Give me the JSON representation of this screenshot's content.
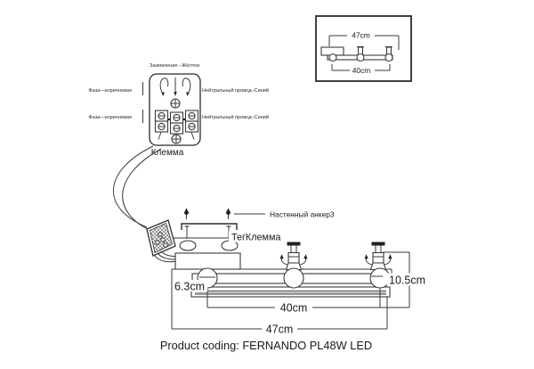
{
  "colors": {
    "line": "#3a3a3a",
    "text": "#1a1a1a",
    "dark_fill": "#222222",
    "tube_stripe": "#9a9a9a",
    "background": "#ffffff"
  },
  "inset": {
    "dim_top": "47cm",
    "dim_bottom": "40cm"
  },
  "terminal_block": {
    "title": "Клемма",
    "ground_label": "Заземление –Жёлтое",
    "phase_label_top": "Фаза—коричневая",
    "phase_label_bottom": "Фаза—коричневая",
    "neutral_label_top": "Нейтральный провод–Синий",
    "neutral_label_bottom": "Нейтральный провод–Синий"
  },
  "mounting": {
    "anchor_label": "Настенный анкер3",
    "terminal_label": "ТегКлемма"
  },
  "fixture": {
    "dim_body_height": "6.3cm",
    "dim_total_height": "10.5cm",
    "dim_inner_width": "40cm",
    "dim_outer_width": "47cm"
  },
  "footer": {
    "product_coding": "Product coding: FERNANDO PL48W LED"
  }
}
